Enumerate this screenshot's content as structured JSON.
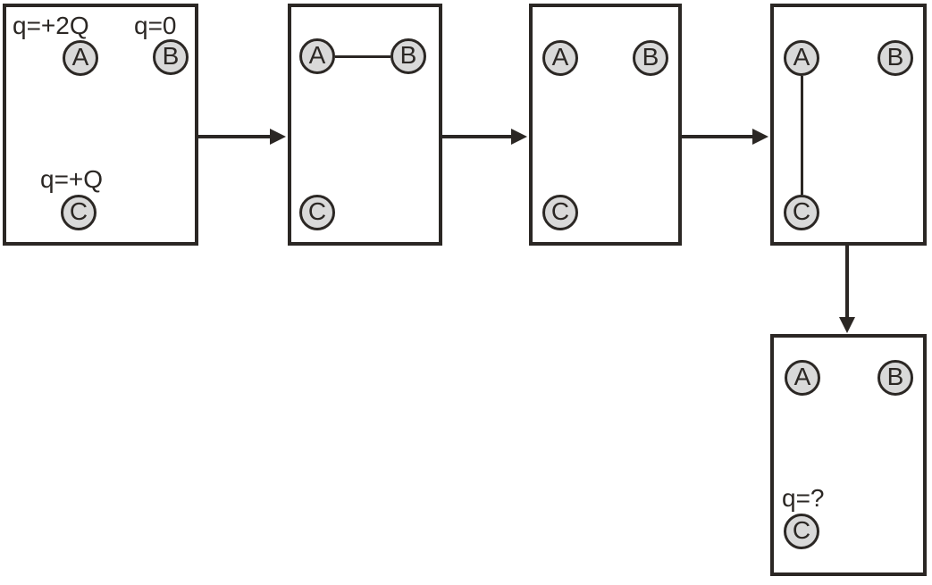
{
  "figure": {
    "description": "Sequence diagram of three conducting spheres A, B, C being connected and separated",
    "colors": {
      "stroke": "#2b2724",
      "sphere_fill": "#d9d9d9",
      "background": "#ffffff"
    },
    "panels": [
      {
        "name": "initial-charges",
        "connection": "none",
        "labels": {
          "a_charge": "q=+2Q",
          "b_charge": "q=0",
          "c_charge": "q=+Q"
        },
        "spheres": {
          "a": "A",
          "b": "B",
          "c": "C"
        }
      },
      {
        "name": "a-b-connected-by-wire",
        "connection": "A-B",
        "labels": {},
        "spheres": {
          "a": "A",
          "b": "B",
          "c": "C"
        }
      },
      {
        "name": "a-b-separated",
        "connection": "none",
        "labels": {},
        "spheres": {
          "a": "A",
          "b": "B",
          "c": "C"
        }
      },
      {
        "name": "a-c-connected-by-wire",
        "connection": "A-C",
        "labels": {},
        "spheres": {
          "a": "A",
          "b": "B",
          "c": "C"
        }
      },
      {
        "name": "final-unknown-charge",
        "connection": "none",
        "labels": {
          "c_charge": "q=?"
        },
        "spheres": {
          "a": "A",
          "b": "B",
          "c": "C"
        }
      }
    ]
  }
}
